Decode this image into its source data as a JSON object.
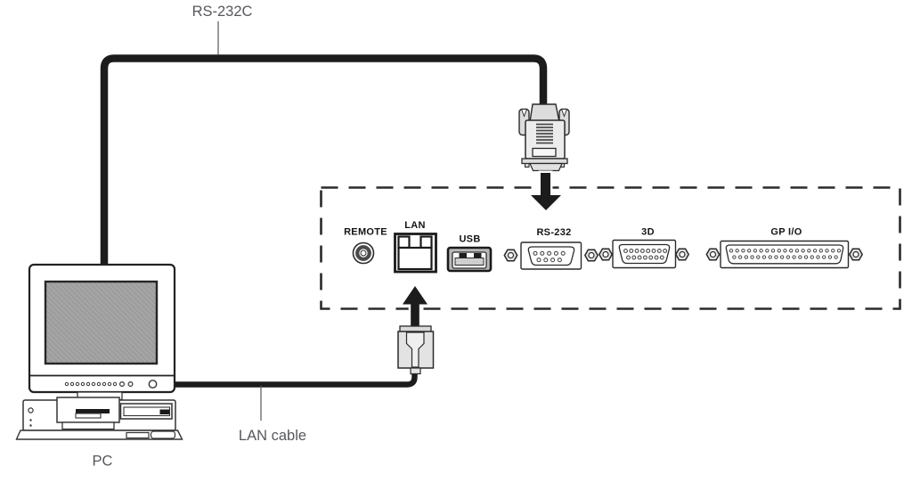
{
  "cables": {
    "rs232c": {
      "label": "RS-232C"
    },
    "lan": {
      "label": "LAN cable"
    }
  },
  "pc": {
    "label": "PC"
  },
  "panel": {
    "ports": [
      {
        "id": "remote",
        "label": "REMOTE"
      },
      {
        "id": "lan",
        "label": "LAN"
      },
      {
        "id": "usb",
        "label": "USB"
      },
      {
        "id": "rs232",
        "label": "RS-232"
      },
      {
        "id": "3d",
        "label": "3D"
      },
      {
        "id": "gpio",
        "label": "GP I/O"
      }
    ]
  },
  "colors": {
    "outline": "#2a2a2a",
    "cable": "#1c1c1c",
    "gray_label_text": "#57585c",
    "port_label_text": "#141414",
    "connector_fill": "#e6e6e6",
    "screen_fill": "#9d9d9d"
  }
}
